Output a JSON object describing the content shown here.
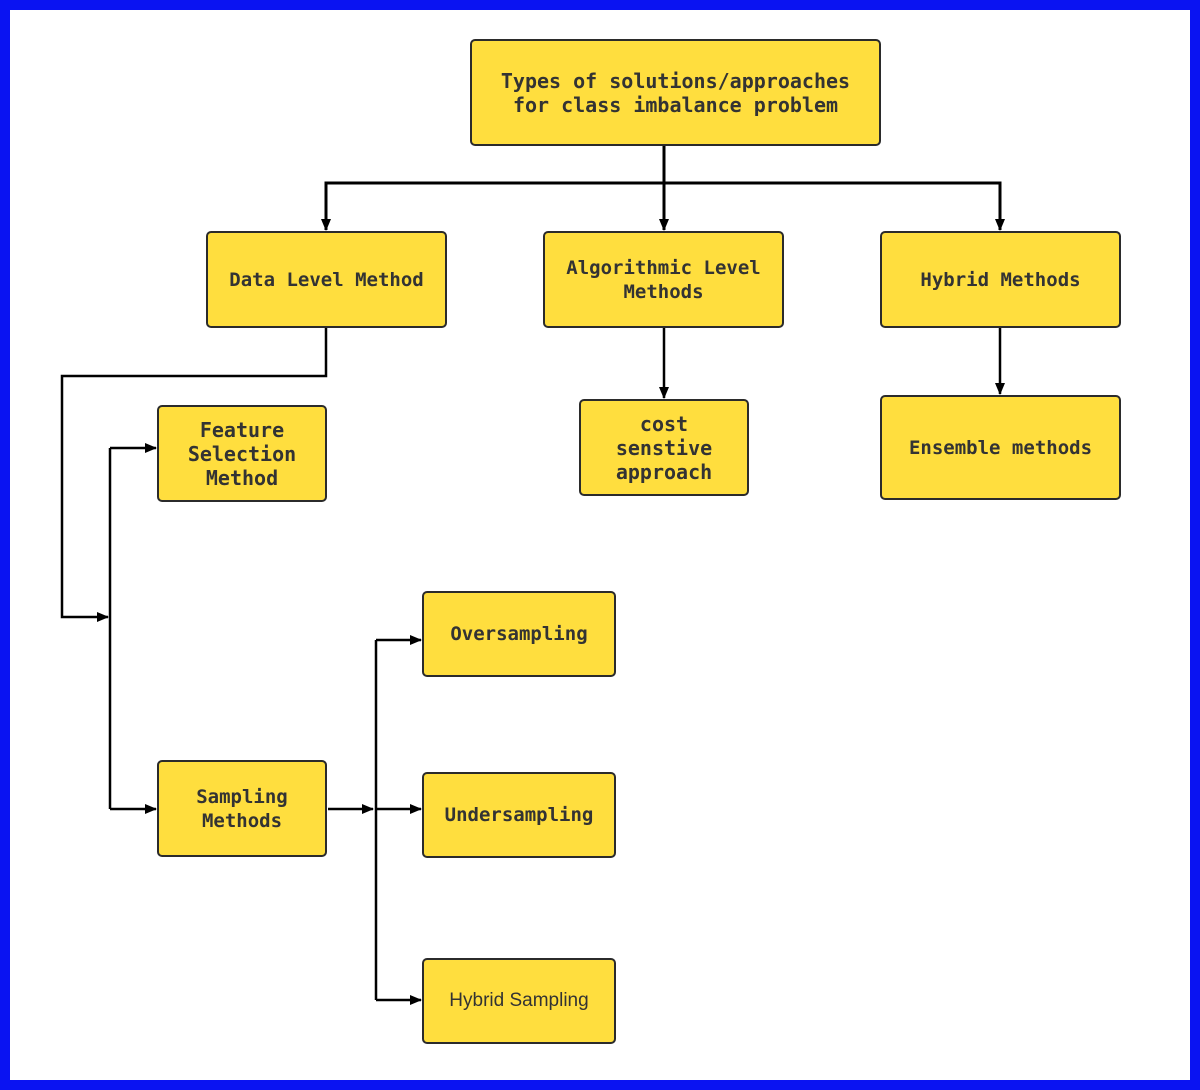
{
  "diagram": {
    "root": {
      "label": "Types of solutions/approaches\nfor class imbalance problem"
    },
    "level1": {
      "data_level": {
        "label": "Data Level Method"
      },
      "algorithmic_level": {
        "label": "Algorithmic Level\nMethods"
      },
      "hybrid": {
        "label": "Hybrid Methods"
      }
    },
    "data_level_children": {
      "feature_selection": {
        "label": "Feature\nSelection\nMethod"
      },
      "sampling": {
        "label": "Sampling\nMethods"
      }
    },
    "sampling_children": {
      "oversampling": {
        "label": "Oversampling"
      },
      "undersampling": {
        "label": "Undersampling"
      },
      "hybrid_sampling": {
        "label": "Hybrid Sampling"
      }
    },
    "algorithmic_children": {
      "cost_sensitive": {
        "label": "cost\nsenstive\napproach"
      }
    },
    "hybrid_children": {
      "ensemble": {
        "label": "Ensemble methods"
      }
    }
  },
  "colors": {
    "border": "#0a13f2",
    "node_fill": "#ffde3e",
    "node_stroke": "#2b2b2b",
    "connector": "#000000"
  }
}
